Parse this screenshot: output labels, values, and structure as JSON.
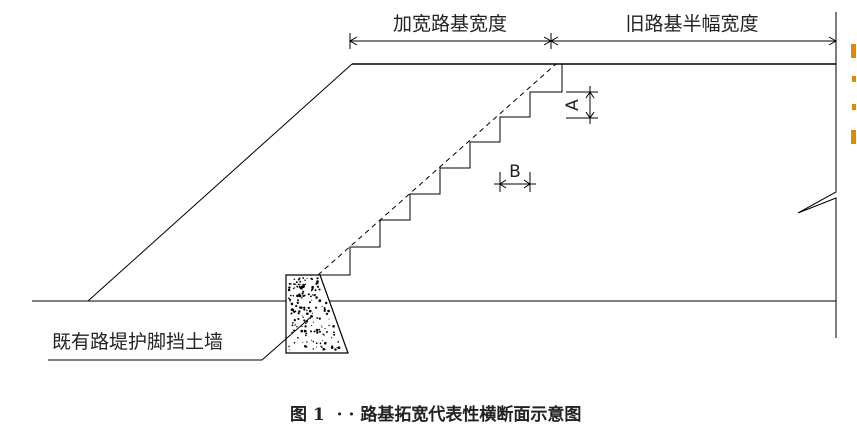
{
  "labels": {
    "widening_width": "加宽路基宽度",
    "old_half_width": "旧路基半幅宽度",
    "step_height": "A",
    "step_width": "B",
    "retaining_wall": "既有路堤护脚挡土墙"
  },
  "caption": {
    "prefix": "图 1",
    "title": "路基拓宽代表性横断面示意图"
  },
  "colors": {
    "line": "#000000",
    "margin_mark": "#e08a00"
  }
}
